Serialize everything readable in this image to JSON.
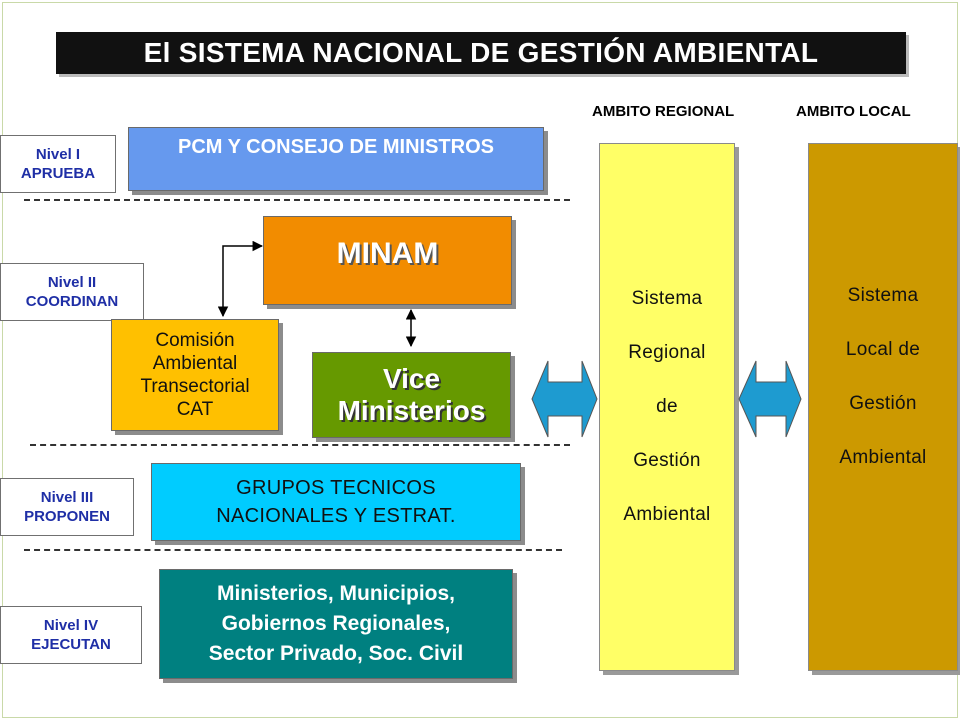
{
  "title": "El SISTEMA NACIONAL DE GESTIÓN AMBIENTAL",
  "headers": {
    "regional": "AMBITO REGIONAL",
    "local": "AMBITO LOCAL"
  },
  "levels": [
    {
      "name": "Nivel I",
      "role": "APRUEBA"
    },
    {
      "name": "Nivel II",
      "role": "COORDINAN"
    },
    {
      "name": "Nivel III",
      "role": "PROPONEN"
    },
    {
      "name": "Nivel IV",
      "role": "EJECUTAN"
    }
  ],
  "boxes": {
    "pcm": "PCM Y CONSEJO DE MINISTROS",
    "minam": "MINAM",
    "cat": "Comisión\nAmbiental\nTransectorial\nCAT",
    "vice": "Vice\nMinisterios",
    "grupos": "GRUPOS TECNICOS\nNACIONALES Y ESTRAT.",
    "ejecutores": "Ministerios, Municipios,\nGobiernos Regionales,\nSector Privado, Soc. Civil"
  },
  "columns": {
    "regional": "Sistema\nRegional\nde\nGestión\nAmbiental",
    "local": "Sistema\nLocal de\nGestión\nAmbiental"
  },
  "colors": {
    "pcm": "#6699ee",
    "minam": "#f28c00",
    "cat": "#ffc000",
    "vice": "#669900",
    "grupos": "#00ccff",
    "ejecutores": "#008080",
    "regional": "#ffff66",
    "local": "#cc9900",
    "double_arrow": "#1e9bd0",
    "level_text": "#1f2fa6"
  }
}
